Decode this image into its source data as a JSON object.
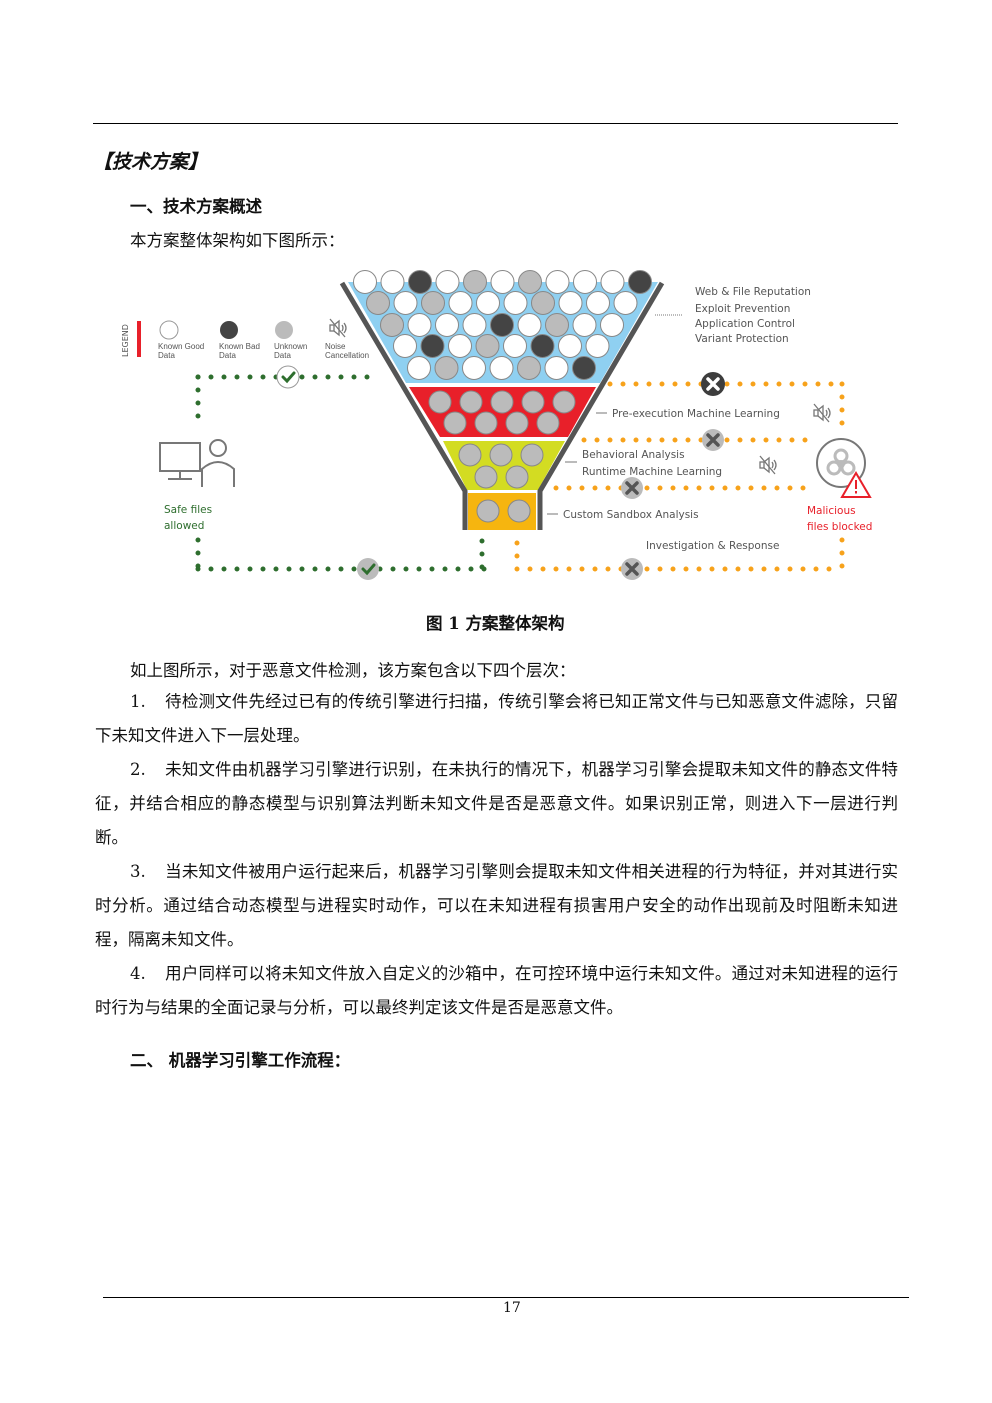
{
  "section_title": "【技术方案】",
  "subsection1": "一、技术方案概述",
  "intro": "本方案整体架构如下图所示：",
  "diagram": {
    "legend_label": "LEGEND",
    "legend": [
      "Known Good Data",
      "Known Bad Data",
      "Unknown Data",
      "Noise Cancellation"
    ],
    "top_layers": [
      "Web & File Reputation",
      "Exploit Prevention",
      "Application Control",
      "Variant Protection"
    ],
    "pre_exec": "Pre-execution Machine Learning",
    "behavioral": "Behavioral Analysis",
    "runtime": "Runtime Machine Learning",
    "sandbox": "Custom Sandbox Analysis",
    "investigation": "Investigation & Response",
    "safe": [
      "Safe files",
      "allowed"
    ],
    "malicious": [
      "Malicious",
      "files blocked"
    ],
    "colors": {
      "blue": "#8fd0f1",
      "red": "#e8202a",
      "lime": "#d3dc22",
      "orange": "#f6b50f",
      "dots_orange": "#f7a21b",
      "dots_green": "#2e6e2e",
      "dark": "#4a4a4a",
      "gray": "#bdbdbd"
    }
  },
  "figure_caption": "图 1 方案整体架构",
  "para_lead": "如上图所示，对于恶意文件检测，该方案包含以下四个层次：",
  "items": [
    {
      "num": "1.",
      "text": "待检测文件先经过已有的传统引擎进行扫描，传统引擎会将已知正常文件与已知恶意文件滤除，只留下未知文件进入下一层处理。"
    },
    {
      "num": "2.",
      "text": "未知文件由机器学习引擎进行识别，在未执行的情况下，机器学习引擎会提取未知文件的静态文件特征，并结合相应的静态模型与识别算法判断未知文件是否是恶意文件。如果识别正常，则进入下一层进行判断。"
    },
    {
      "num": "3.",
      "text": "当未知文件被用户运行起来后，机器学习引擎则会提取未知文件相关进程的行为特征，并对其进行实时分析。通过结合动态模型与进程实时动作，可以在未知进程有损害用户安全的动作出现前及时阻断未知进程，隔离未知文件。"
    },
    {
      "num": "4.",
      "text": "用户同样可以将未知文件放入自定义的沙箱中，在可控环境中运行未知文件。通过对未知进程的运行时行为与结果的全面记录与分析，可以最终判定该文件是否是恶意文件。"
    }
  ],
  "subsection2": "二、 机器学习引擎工作流程：",
  "page_number": "17"
}
